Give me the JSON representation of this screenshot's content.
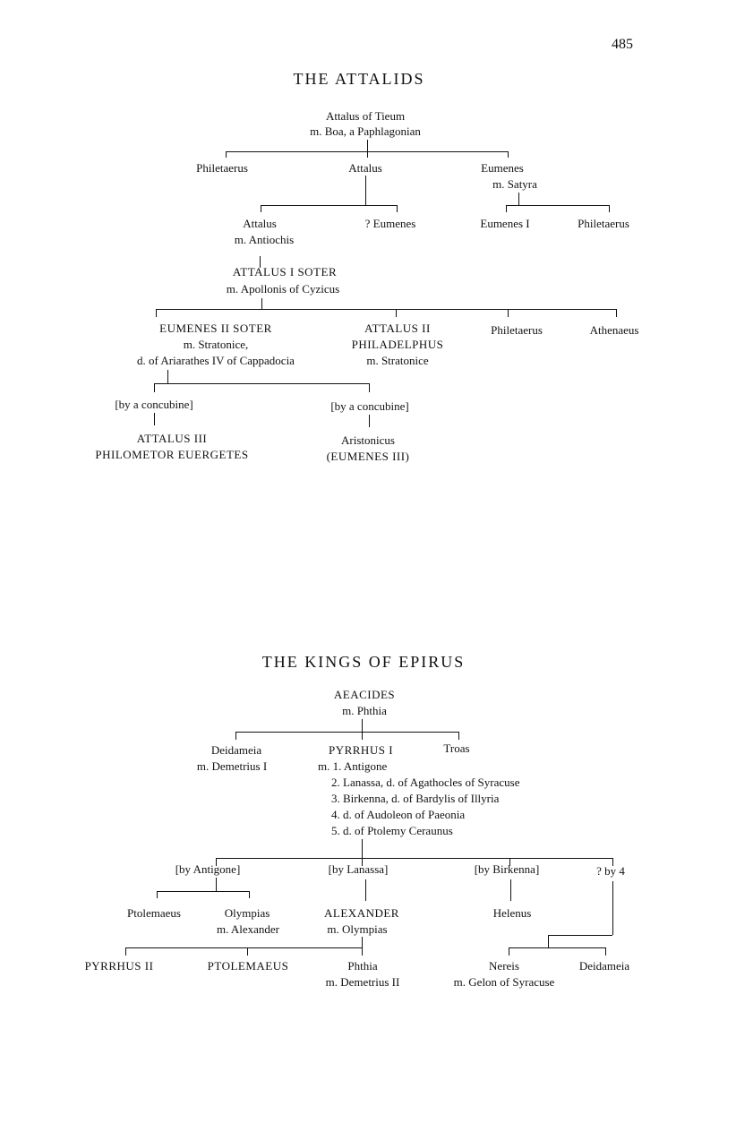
{
  "page_number": "485",
  "attalids": {
    "title": "THE ATTALIDS",
    "root_name": "Attalus of Tieum",
    "root_spouse": "m. Boa, a Paphlagonian",
    "philetaerus": "Philetaerus",
    "attalus": "Attalus",
    "eumenes": "Eumenes",
    "eumenes_spouse": "m. Satyra",
    "attalus2": "Attalus",
    "attalus2_spouse": "m. Antiochis",
    "eumenes_q": "? Eumenes",
    "eumenes_i": "Eumenes I",
    "philetaerus2": "Philetaerus",
    "attalus_i": "ATTALUS I SOTER",
    "attalus_i_spouse": "m. Apollonis of Cyzicus",
    "eumenes_ii": "EUMENES II SOTER",
    "eumenes_ii_spouse": "m. Stratonice,",
    "eumenes_ii_spouse2": "d. of Ariarathes IV of Cappadocia",
    "attalus_ii_a": "ATTALUS II",
    "attalus_ii_b": "PHILADELPHUS",
    "attalus_ii_spouse": "m. Stratonice",
    "philetaerus3": "Philetaerus",
    "athenaeus": "Athenaeus",
    "concubine1": "[by a concubine]",
    "concubine2": "[by a concubine]",
    "attalus_iii_a": "ATTALUS III",
    "attalus_iii_b": "PHILOMETOR EUERGETES",
    "aristonicus": "Aristonicus",
    "aristonicus_b": "(EUMENES III)"
  },
  "epirus": {
    "title": "THE KINGS OF EPIRUS",
    "root_name": "AEACIDES",
    "root_spouse": "m. Phthia",
    "deidameia": "Deidameia",
    "deidameia_spouse": "m. Demetrius I",
    "pyrrhus": "PYRRHUS I",
    "troas": "Troas",
    "wife1": "m. 1. Antigone",
    "wife2": "2. Lanassa, d. of Agathocles of Syracuse",
    "wife3": "3. Birkenna, d. of Bardylis of Illyria",
    "wife4": "4. d. of Audoleon of Paeonia",
    "wife5": "5. d. of Ptolemy Ceraunus",
    "by_antigone": "[by Antigone]",
    "by_lanassa": "[by Lanassa]",
    "by_birkenna": "[by Birkenna]",
    "by_4": "? by 4",
    "ptolemaeus": "Ptolemaeus",
    "olympias": "Olympias",
    "olympias_spouse": "m. Alexander",
    "alexander": "ALEXANDER",
    "alexander_spouse": "m. Olympias",
    "helenus": "Helenus",
    "pyrrhus_ii": "PYRRHUS II",
    "ptolemaeus2": "PTOLEMAEUS",
    "phthia": "Phthia",
    "phthia_spouse": "m. Demetrius II",
    "nereis": "Nereis",
    "nereis_spouse": "m. Gelon of Syracuse",
    "deidameia2": "Deidameia"
  }
}
